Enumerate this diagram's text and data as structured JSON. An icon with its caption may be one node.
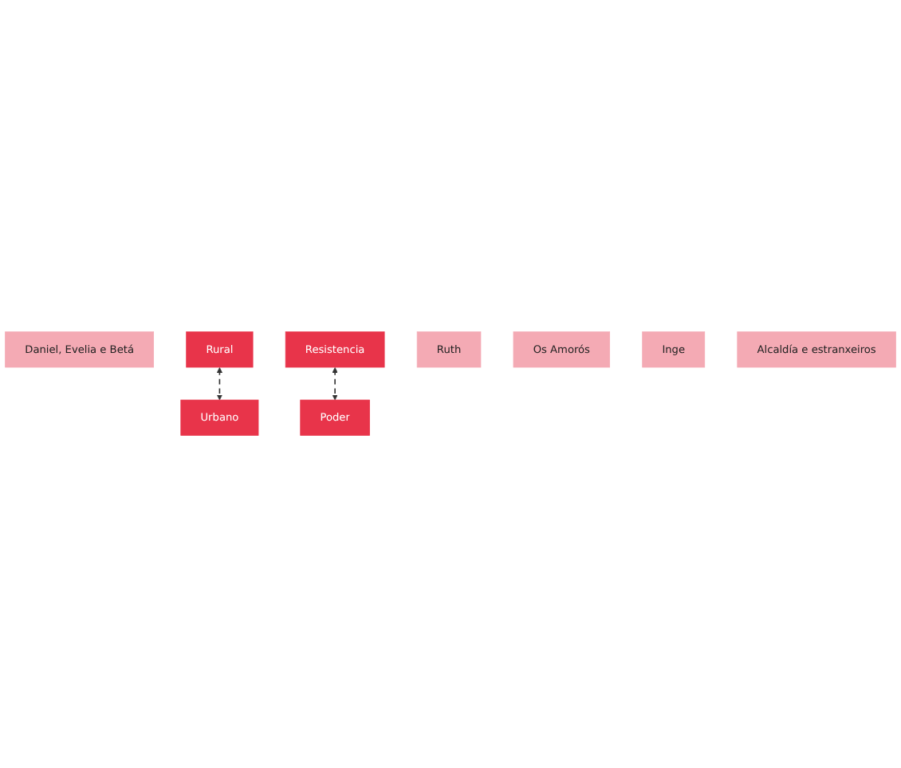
{
  "diagram": {
    "nodes": [
      {
        "text": [
          "Daniel, Evelia e Betá"
        ]
      },
      {
        "text": [
          "Rural"
        ]
      },
      {
        "text": [
          "Resistencia"
        ]
      },
      {
        "text": [
          "Ruth"
        ]
      },
      {
        "text": [
          "Os Amorós"
        ]
      },
      {
        "text": [
          "Inge"
        ]
      },
      {
        "text": [
          "Alcaldía e estranxeiros"
        ]
      },
      {
        "text": [
          "Poder"
        ]
      },
      {
        "text": [
          "Urbano"
        ]
      }
    ],
    "edges": [
      {
        "from": 1,
        "to": 8,
        "arrow": "both",
        "style": "dashed"
      },
      {
        "from": 2,
        "to": 7,
        "arrow": "both",
        "style": "dashed"
      }
    ]
  }
}
